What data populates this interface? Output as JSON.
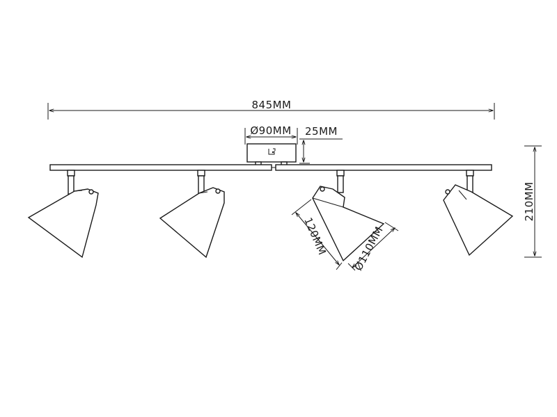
{
  "dimensions": {
    "total_length": "845MM",
    "canopy_diameter": "Ø90MM",
    "canopy_height": "25MM",
    "total_height": "210MM",
    "shade_length": "120MM",
    "shade_diameter": "Ø110MM"
  },
  "spotlight_count": 4
}
